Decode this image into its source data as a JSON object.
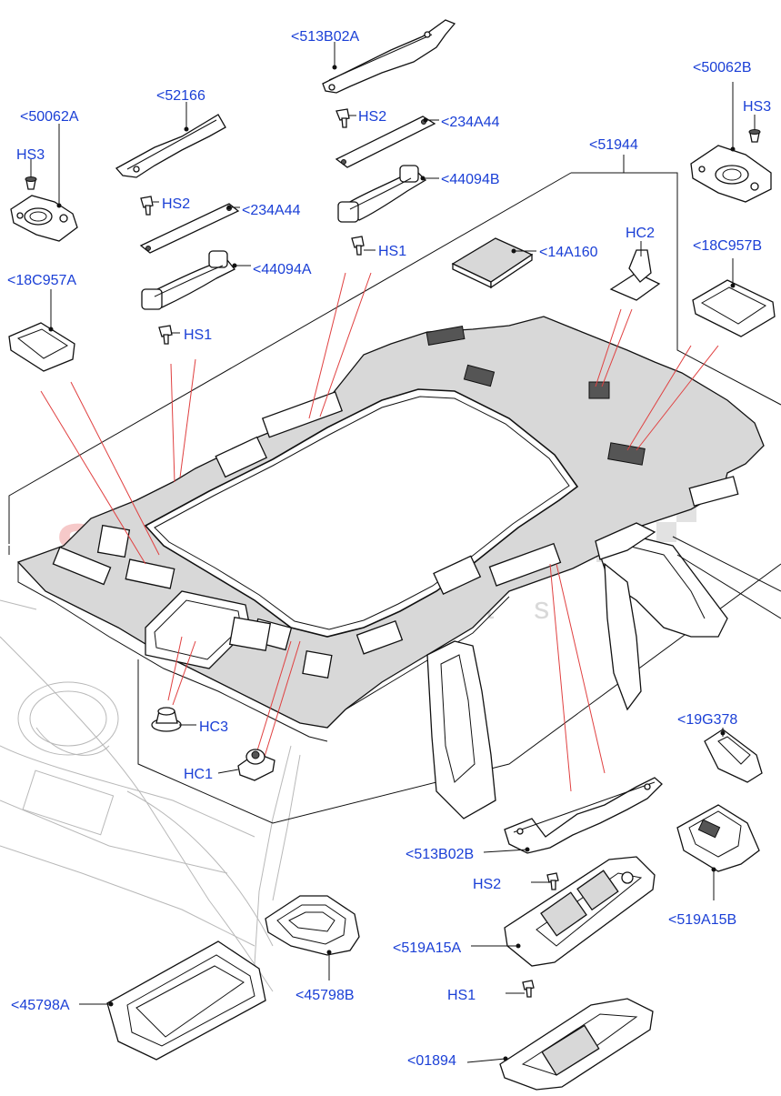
{
  "watermark": {
    "brand": "scuderia",
    "sub": "car parts"
  },
  "labels": {
    "l513B02A": "<513B02A",
    "l52166": "<52166",
    "l50062A": "<50062A",
    "l50062B": "<50062B",
    "lHS3a": "HS3",
    "lHS3b": "HS3",
    "lHS2a": "HS2",
    "lHS2b": "HS2",
    "lHS2c": "HS2",
    "l234A44a": "<234A44",
    "l234A44b": "<234A44",
    "l51944": "<51944",
    "l44094B": "<44094B",
    "l44094A": "<44094A",
    "lHS1a": "HS1",
    "lHS1b": "HS1",
    "lHS1c": "HS1",
    "lHC2": "HC2",
    "l14A160": "<14A160",
    "l18C957B": "<18C957B",
    "l18C957A": "<18C957A",
    "lHC3": "HC3",
    "lHC1": "HC1",
    "l19G378": "<19G378",
    "l513B02B": "<513B02B",
    "l519A15B": "<519A15B",
    "l519A15A": "<519A15A",
    "l45798A": "<45798A",
    "l45798B": "<45798B",
    "l01894": "<01894"
  }
}
